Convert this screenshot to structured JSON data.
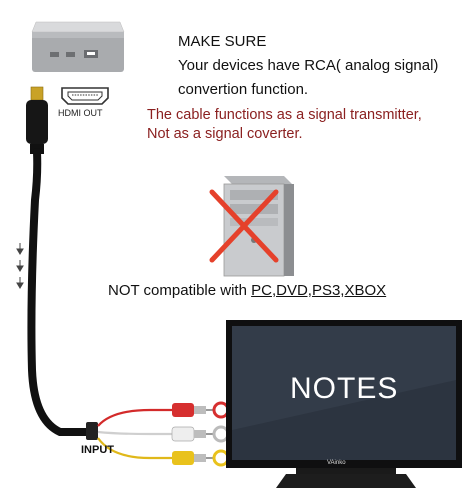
{
  "header": {
    "line1": "MAKE SURE",
    "line2": "Your devices have RCA( analog signal)",
    "line3": "convertion function."
  },
  "warning": {
    "line1": "The cable functions as a signal transmitter,",
    "line2": "Not as a signal coverter."
  },
  "compat": {
    "prefix": "NOT compatible with ",
    "items": "PC,DVD,PS3,XBOX"
  },
  "labels": {
    "hdmi_out": "HDMI OUT",
    "input": "INPUT"
  },
  "tv": {
    "screen_text": "NOTES",
    "brand": "VAinko"
  },
  "colors": {
    "warning_text": "#8b2020",
    "cross": "#e5412b",
    "tv_screen": "#2c3440"
  }
}
